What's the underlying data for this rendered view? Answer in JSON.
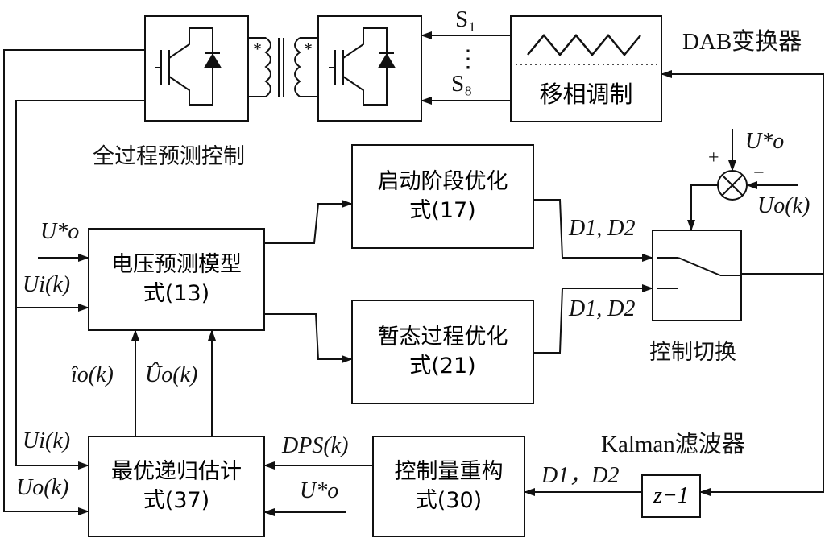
{
  "labels": {
    "dab_converter": "DAB变换器",
    "phase_shift_modulation": "移相调制",
    "full_process_predictive_control": "全过程预测控制",
    "startup_opt_line1": "启动阶段优化",
    "startup_opt_line2": "式(17)",
    "transient_opt_line1": "暂态过程优化",
    "transient_opt_line2": "式(21)",
    "voltage_model_line1": "电压预测模型",
    "voltage_model_line2": "式(13)",
    "estimator_line1": "最优递归估计",
    "estimator_line2": "式(37)",
    "reconstruct_line1": "控制量重构",
    "reconstruct_line2": "式(30)",
    "control_switch": "控制切换",
    "kalman_filter": "Kalman滤波器",
    "s1": "S₁",
    "s8": "S₈",
    "dots": "⋮",
    "plus": "+",
    "minus": "−",
    "uo_ref": "U*o",
    "uo_k": "Uo(k)",
    "ui_k": "Ui(k)",
    "io_hat": "îo(k)",
    "uo_hat": "Ûo(k)",
    "d1d2": "D1, D2",
    "d1d2_alt": "D1，D2",
    "dps_k": "DPS(k)",
    "z_inv": "z−1",
    "star": "*"
  }
}
